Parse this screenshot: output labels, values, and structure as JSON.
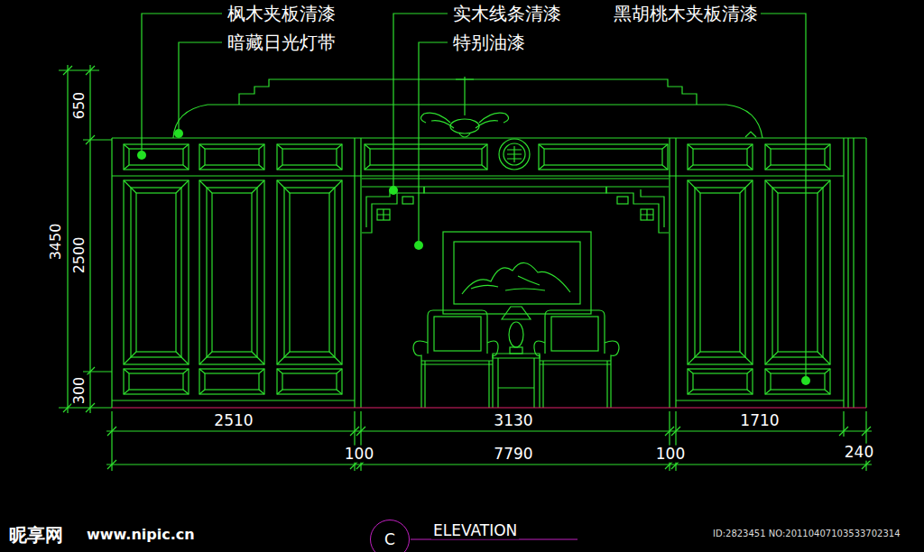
{
  "diagram": {
    "nodes": [
      {
        "text": [
          "C"
        ]
      }
    ],
    "labels": [
      "枫木夹板清漆",
      "暗藏日光灯带",
      "实木线条清漆",
      "特别油漆",
      "黑胡桃木夹板清漆",
      "650",
      "3450",
      "2500",
      "300",
      "2510",
      "3130",
      "1710",
      "100",
      "7790",
      "100",
      "240",
      "ELEVATION",
      "昵享网",
      "www.nipic.cn",
      "ID:2823451 NO:20110407103533702314"
    ]
  }
}
